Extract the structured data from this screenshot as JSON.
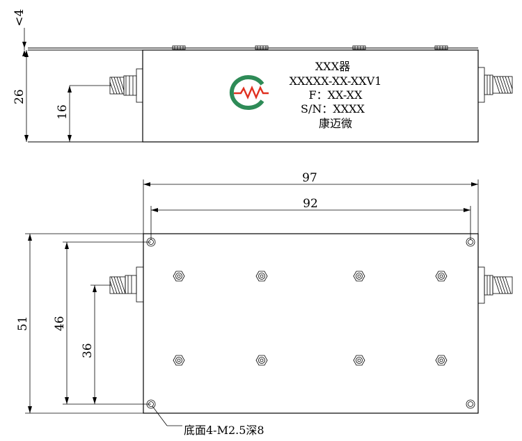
{
  "side_view": {
    "dims": {
      "gap": "<4",
      "height": "26",
      "connector_height": "16"
    },
    "label": {
      "product": "XXX器",
      "model": "XXXXX-XX-XXV1",
      "frequency": "F：XX-XX",
      "serial": "S/N：XXXX",
      "company": "康迈微"
    },
    "logo": {
      "name": "company-logo",
      "colors": {
        "arc_green": "#2e8b57",
        "wave_red": "#e03020"
      }
    }
  },
  "top_view": {
    "dims": {
      "length": "97",
      "hole_spacing_x": "92",
      "width": "51",
      "hole_spacing_y": "46",
      "connector_offset": "36"
    },
    "note": "底面4-M2.5深8"
  }
}
